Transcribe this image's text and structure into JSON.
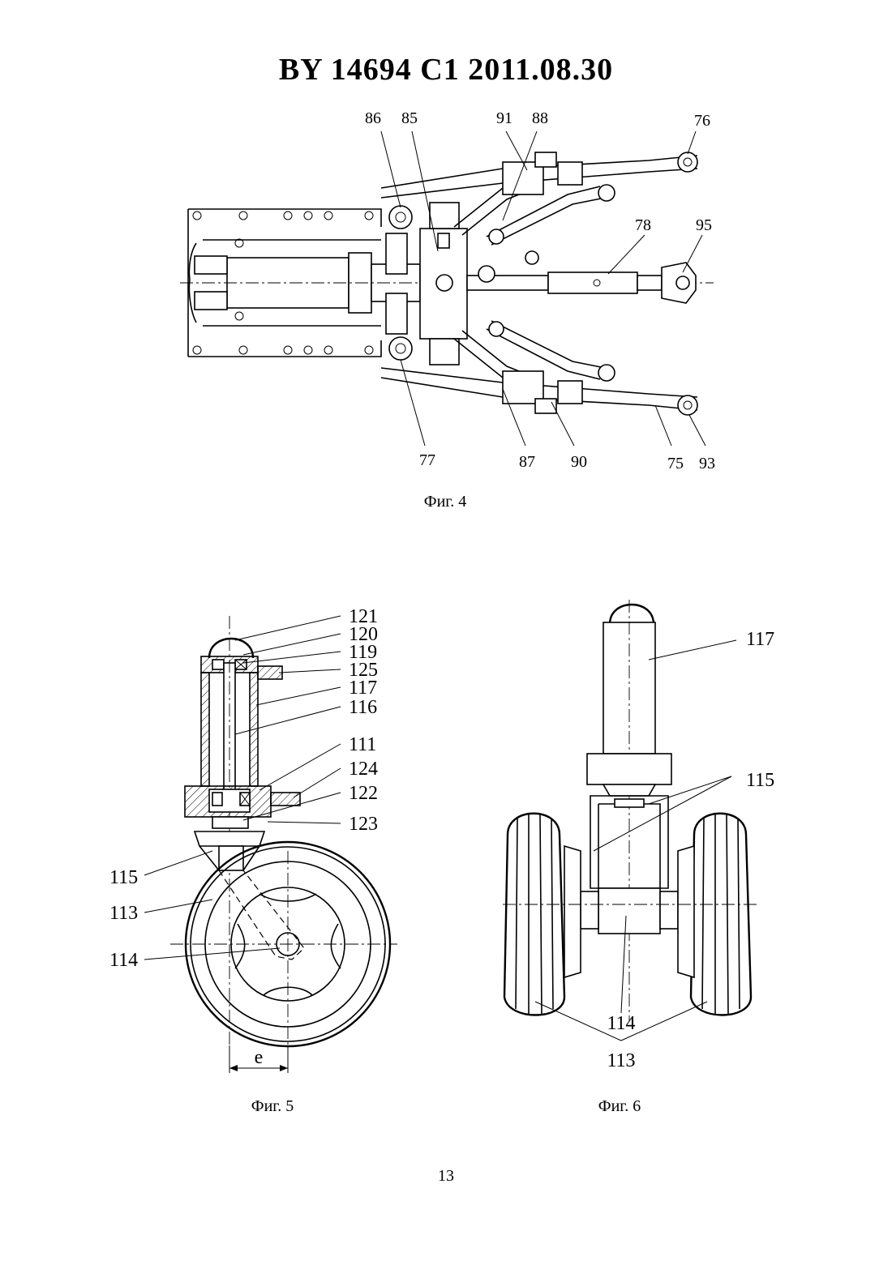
{
  "header": "BY 14694 C1 2011.08.30",
  "page_number": "13",
  "figures": [
    {
      "caption": "Фиг. 4",
      "labels": [
        "86",
        "85",
        "91",
        "88",
        "76",
        "78",
        "95",
        "77",
        "87",
        "90",
        "75",
        "93"
      ]
    },
    {
      "caption": "Фиг. 5",
      "labels": [
        "121",
        "120",
        "119",
        "125",
        "117",
        "116",
        "111",
        "124",
        "122",
        "123",
        "115",
        "113",
        "114"
      ],
      "dimension": "e"
    },
    {
      "caption": "Фиг. 6",
      "labels": [
        "117",
        "115",
        "114",
        "113"
      ]
    }
  ]
}
